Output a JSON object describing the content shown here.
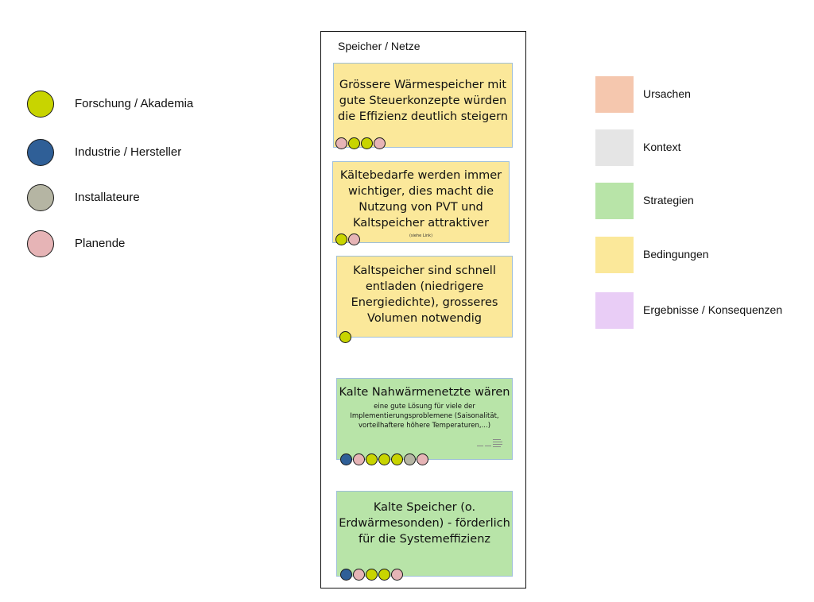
{
  "stakeholders": [
    {
      "label": "Forschung / Akademia",
      "color": "#c8d400"
    },
    {
      "label": "Industrie / Hersteller",
      "color": "#2f5f97"
    },
    {
      "label": "Installateure",
      "color": "#b5b5a3"
    },
    {
      "label": "Planende",
      "color": "#e6b4b6"
    }
  ],
  "categories": [
    {
      "label": "Ursachen",
      "color": "#f5c7ae"
    },
    {
      "label": "Kontext",
      "color": "#e5e5e5"
    },
    {
      "label": "Strategien",
      "color": "#b8e4a8"
    },
    {
      "label": "Bedingungen",
      "color": "#fbe89a"
    },
    {
      "label": "Ergebnisse / Konsequenzen",
      "color": "#e9cdf6"
    }
  ],
  "column": {
    "title": "Speicher / Netze",
    "cards": [
      {
        "text": "Grössere Wärmespeicher mit gute Steuerkonzepte würden die Effizienz deutlich steigern",
        "category": "Bedingungen",
        "dots": [
          "Planende",
          "Forschung / Akademia",
          "Forschung / Akademia",
          "Planende"
        ]
      },
      {
        "text": "Kältebedarfe werden immer wichtiger, dies macht die Nutzung von PVT und Kaltspeicher attraktiver",
        "note": "(siehe Link)",
        "category": "Bedingungen",
        "dots": [
          "Forschung / Akademia",
          "Planende"
        ]
      },
      {
        "text": "Kaltspeicher sind schnell entladen (niedrigere Energiedichte), grosseres Volumen notwendig",
        "category": "Bedingungen",
        "dots": [
          "Forschung / Akademia"
        ]
      },
      {
        "text": "Kalte Nahwärmenetzte wären",
        "subtext": "eine gute Lösung für viele der Implementierungsproblemene (Saisonalität, vorteilhaftere höhere Temperaturen,...)",
        "category": "Strategien",
        "dots": [
          "Industrie / Hersteller",
          "Planende",
          "Forschung / Akademia",
          "Forschung / Akademia",
          "Forschung / Akademia",
          "Installateure",
          "Planende"
        ]
      },
      {
        "text": "Kalte Speicher (o. Erdwärmesonden) - förderlich für die Systemeffizienz",
        "category": "Strategien",
        "dots": [
          "Industrie / Hersteller",
          "Planende",
          "Forschung / Akademia",
          "Forschung / Akademia",
          "Planende"
        ]
      }
    ]
  }
}
